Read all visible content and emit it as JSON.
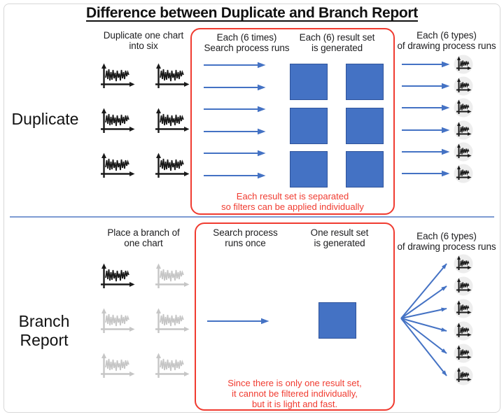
{
  "title": "Difference between Duplicate and Branch Report",
  "colors": {
    "arrow_blue": "#4472C4",
    "result_blue": "#4472C4",
    "box_red": "#F03B30",
    "divider_blue": "#7D9BD3",
    "chart_black": "#1A1A1A",
    "faded_chart_gray": "#C6C6C6",
    "icon_circle_gray": "#EDEDED",
    "frame_gray": "#D8D8D8"
  },
  "duplicate_row": {
    "label": "Duplicate",
    "source_header": "Duplicate one chart\ninto six",
    "search_header": "Each (6 times)\nSearch process runs",
    "result_header": "Each (6) result set\nis generated",
    "drawing_header": "Each (6 types)\nof drawing process runs",
    "note": "Each result set is separated\nso filters can be applied individually",
    "source_chart_count": 6,
    "search_arrow_count": 6,
    "result_set_count": 6,
    "drawing_count": 6
  },
  "branch_row": {
    "label": "Branch\nReport",
    "source_header": "Place a branch of\none chart",
    "search_header": "Search process\nruns once",
    "result_header": "One result set\nis generated",
    "drawing_header": "Each (6 types)\nof drawing process runs",
    "note": "Since there is only one result set,\nit cannot be filtered individually,\nbut it is light and fast.",
    "source_chart_count": 6,
    "active_chart_count": 1,
    "search_arrow_count": 1,
    "result_set_count": 1,
    "drawing_count": 6
  }
}
